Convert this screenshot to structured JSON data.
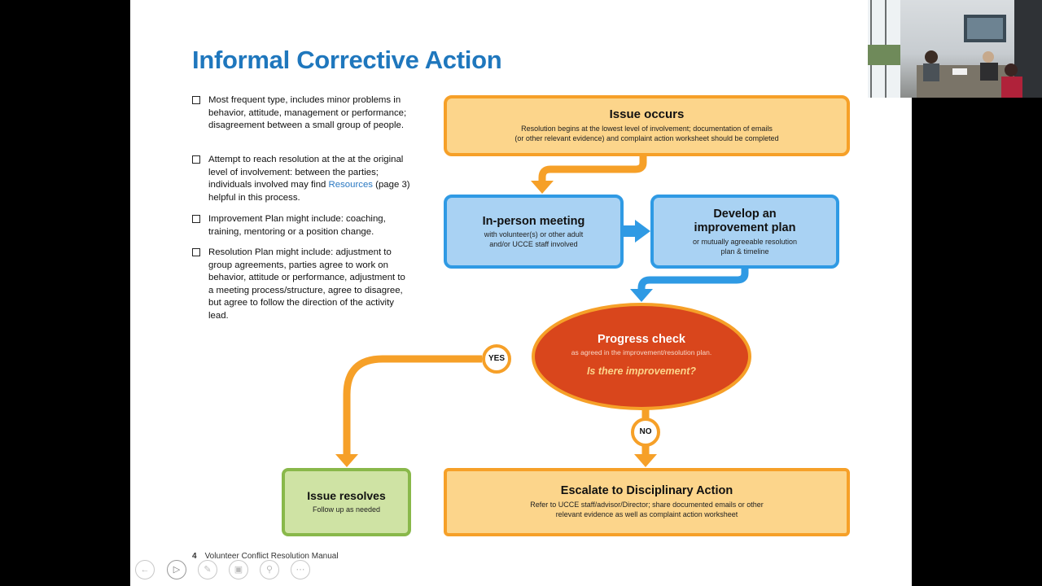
{
  "slide": {
    "title": "Informal Corrective Action",
    "bullets": [
      {
        "text": "Most frequent type, includes minor problems in behavior, attitude, management or performance; disagreement between a small group of people."
      },
      {
        "text_before": "Attempt to reach resolution at the at the original level of involvement: between the parties; individuals involved may find ",
        "link": "Resources",
        "text_after": " (page 3) helpful in this process."
      },
      {
        "text": "Improvement Plan might include: coaching, training, mentoring or a position change."
      },
      {
        "text": "Resolution Plan might include: adjustment to group agreements, parties agree to work on behavior, attitude or performance, adjustment to a meeting process/structure, agree to disagree, but agree to follow the direction of the activity lead."
      }
    ],
    "footer": {
      "page": "4",
      "text": "Volunteer Conflict Resolution Manual"
    }
  },
  "flow": {
    "issue_occurs": {
      "title": "Issue occurs",
      "sub1": "Resolution begins at the lowest level of involvement; documentation of emails",
      "sub2": "(or other relevant evidence) and complaint action worksheet should be completed"
    },
    "in_person": {
      "title": "In-person meeting",
      "sub1": "with volunteer(s) or other adult",
      "sub2": "and/or UCCE staff involved"
    },
    "develop": {
      "title1": "Develop an",
      "title2": "improvement plan",
      "sub1": "or mutually agreeable resolution",
      "sub2": "plan & timeline"
    },
    "progress": {
      "title": "Progress check",
      "sub": "as agreed in the improvement/resolution plan.",
      "question": "Is there improvement?"
    },
    "yes_label": "YES",
    "no_label": "NO",
    "resolves": {
      "title": "Issue resolves",
      "sub": "Follow up as needed"
    },
    "escalate": {
      "title": "Escalate to Disciplinary Action",
      "sub1": "Refer to UCCE staff/advisor/Director; share documented emails or other",
      "sub2": "relevant evidence as well as complaint action worksheet"
    }
  },
  "colors": {
    "title_blue": "#1f77bd",
    "orange": "#f6a028",
    "orange_fill": "#fcd58b",
    "blue": "#2f9ae4",
    "blue_fill": "#a9d2f3",
    "red": "#d9461c",
    "green": "#89b84a",
    "green_fill": "#cfe3a4"
  },
  "controls": [
    "previous-icon",
    "play-icon",
    "pen-icon",
    "slides-icon",
    "zoom-icon",
    "more-icon"
  ]
}
